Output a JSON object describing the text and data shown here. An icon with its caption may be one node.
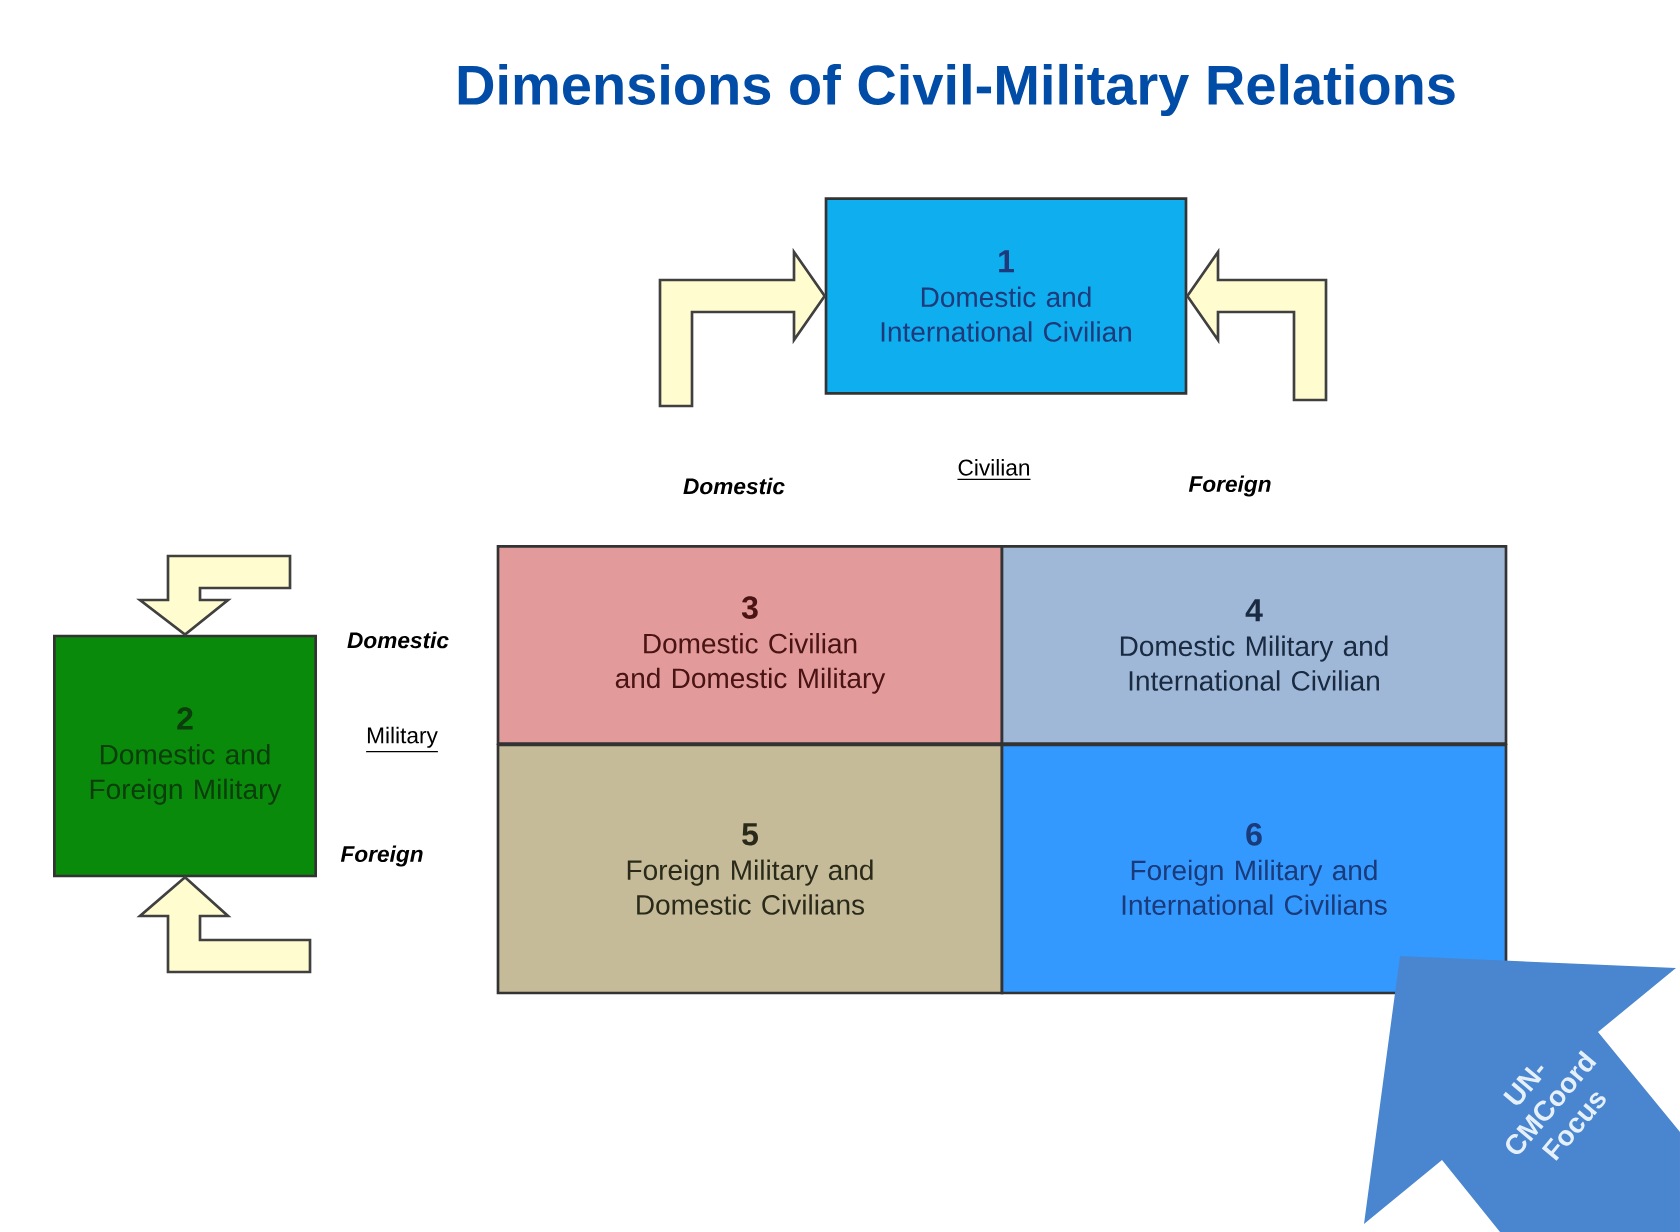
{
  "diagram": {
    "title": "Dimensions of Civil-Military Relations",
    "nodes": [
      {
        "text": [
          "1",
          "Domestic and International Civilian"
        ]
      },
      {
        "text": [
          "2",
          "Domestic and Foreign Military"
        ]
      },
      {
        "text": [
          "3",
          "Domestic Civilian and Domestic Military"
        ]
      },
      {
        "text": [
          "4",
          "Domestic Military and International Civilian"
        ]
      },
      {
        "text": [
          "5",
          "Foreign Military and Domestic Civilians"
        ]
      },
      {
        "text": [
          "6",
          "Foreign Military and International Civilians"
        ]
      },
      {
        "text": [
          "UN-CMCoord Focus"
        ]
      }
    ],
    "edges": [
      {
        "from": null,
        "to": 0,
        "arrow": "to"
      },
      {
        "from": null,
        "to": 0,
        "arrow": "to"
      },
      {
        "from": null,
        "to": 1,
        "arrow": "to"
      },
      {
        "from": null,
        "to": 1,
        "arrow": "to"
      }
    ],
    "labels": [
      "Domestic",
      "Civilian",
      "Foreign",
      "Domestic",
      "Military",
      "Foreign"
    ]
  }
}
